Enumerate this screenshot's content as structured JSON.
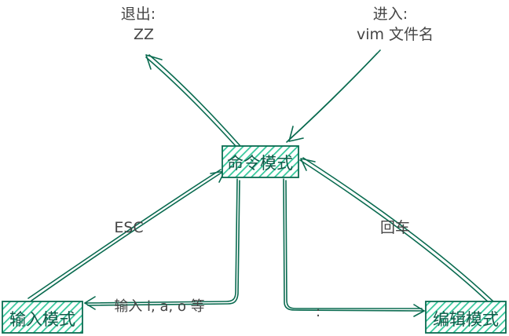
{
  "nodes": {
    "command_mode": "命令模式",
    "input_mode": "输入模式",
    "edit_mode": "编辑模式"
  },
  "labels": {
    "exit_title": "退出:",
    "exit_cmd": "ZZ",
    "enter_title": "进入:",
    "enter_cmd": "vim 文件名",
    "esc": "ESC",
    "enter_key": "回车",
    "input_keys": "输入 i, a, o 等",
    "colon": ":"
  },
  "colors": {
    "stroke": "#0a6b50",
    "hatch": "#33c79a",
    "text": "#454545"
  }
}
